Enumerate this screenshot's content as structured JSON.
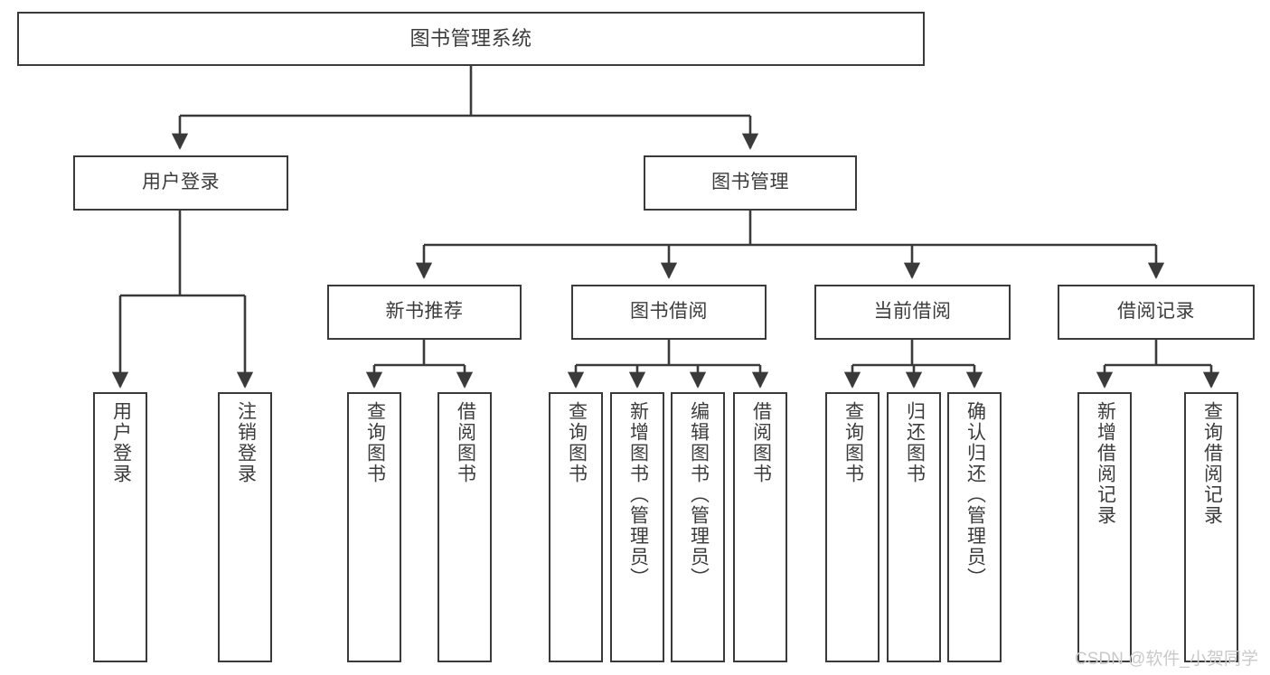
{
  "diagram": {
    "title": "图书管理系统",
    "type": "tree-hierarchy",
    "background_color": "#ffffff",
    "box_border_color": "#3a3a3a",
    "text_color": "#3c3c3c",
    "edge_color": "#3a3a3a"
  },
  "nodes": {
    "root": {
      "label": "图书管理系统"
    },
    "level1": [
      {
        "label": "用户登录"
      },
      {
        "label": "图书管理"
      }
    ],
    "level2": [
      {
        "label": "新书推荐"
      },
      {
        "label": "图书借阅"
      },
      {
        "label": "当前借阅"
      },
      {
        "label": "借阅记录"
      }
    ],
    "leaves": {
      "user_login": [
        {
          "label": "用户登录"
        },
        {
          "label": "注销登录"
        }
      ],
      "new_book_recommend": [
        {
          "label": "查询图书"
        },
        {
          "label": "借阅图书"
        }
      ],
      "book_borrow": [
        {
          "label": "查询图书"
        },
        {
          "label": "新增图书（管理员）"
        },
        {
          "label": "编辑图书（管理员）"
        },
        {
          "label": "借阅图书"
        }
      ],
      "current_borrow": [
        {
          "label": "查询图书"
        },
        {
          "label": "归还图书"
        },
        {
          "label": "确认归还（管理员）"
        }
      ],
      "borrow_record": [
        {
          "label": "新增借阅记录"
        },
        {
          "label": "查询借阅记录"
        }
      ]
    }
  },
  "watermark": {
    "text": "CSDN @软件_小贺同学",
    "color": "#c9c9c9"
  }
}
